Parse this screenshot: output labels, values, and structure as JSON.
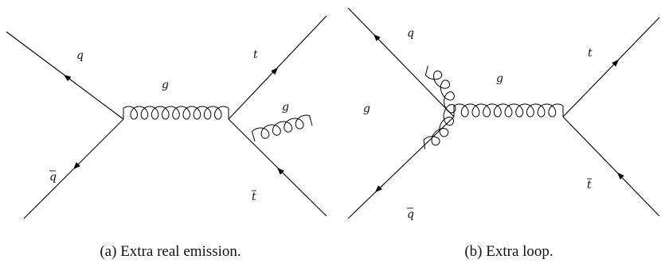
{
  "diagram_a": {
    "caption": "(a) Extra real emission.",
    "labels": {
      "q": "q",
      "qbar": "q",
      "g": "g",
      "t": "t",
      "g_emitted": "g",
      "tbar": "t"
    }
  },
  "diagram_b": {
    "caption": "(b) Extra loop.",
    "labels": {
      "q": "q",
      "qbar": "q",
      "g_loop": "g",
      "g": "g",
      "t": "t",
      "tbar": "t"
    }
  }
}
